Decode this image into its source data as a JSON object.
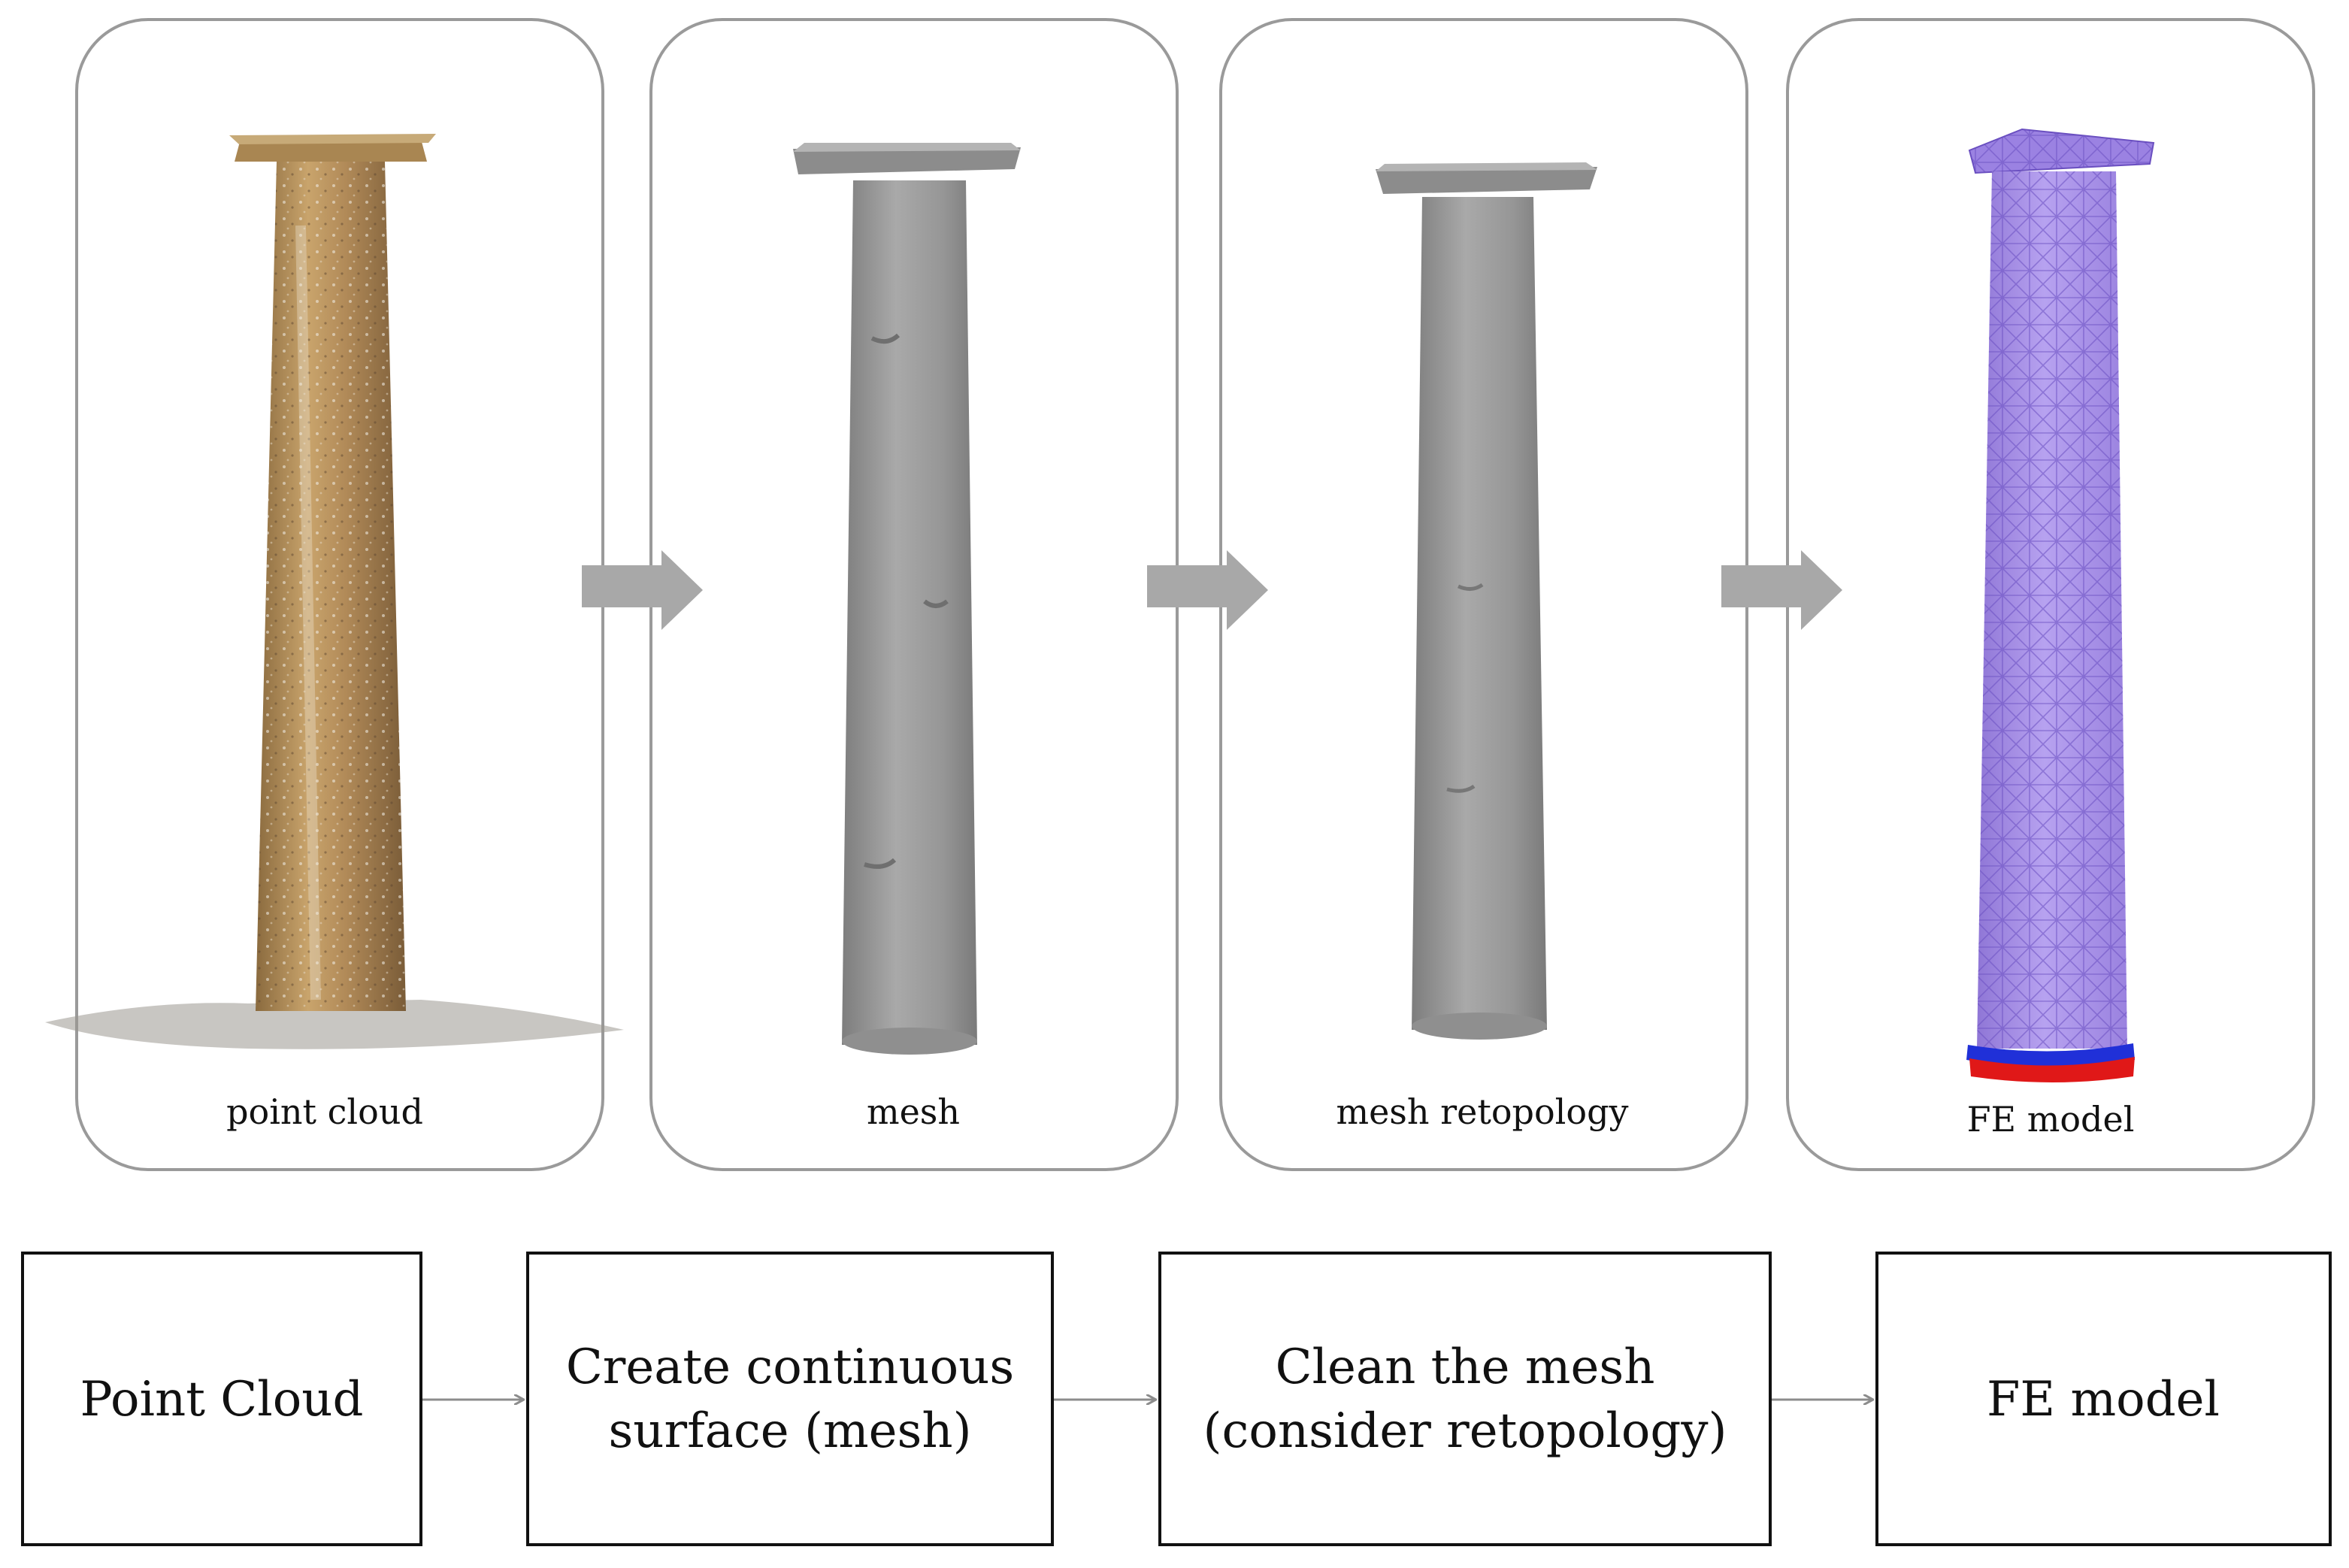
{
  "panels": [
    {
      "label": "point cloud",
      "image": "weathered stone column point cloud"
    },
    {
      "label": "mesh",
      "image": "grey column surface mesh"
    },
    {
      "label": "mesh retopology",
      "image": "grey column retopologised mesh"
    },
    {
      "label": "FE model",
      "image": "purple triangulated column finite element mesh"
    }
  ],
  "steps": [
    {
      "lines": [
        "Point Cloud"
      ]
    },
    {
      "lines": [
        "Create continuous",
        "surface (mesh)"
      ]
    },
    {
      "lines": [
        "Clean the mesh",
        "(consider retopology)"
      ]
    },
    {
      "lines": [
        "FE model"
      ]
    }
  ],
  "colors": {
    "panel_border": "#9a9a9a",
    "block_arrow": "#a8a8a8",
    "mesh_grey": "#9b9b9b",
    "fe_purple": "#a58ce8",
    "fe_line": "#6a4fc0",
    "support_red": "#e01818",
    "support_blue": "#2030d8",
    "stone": "#b08a58"
  }
}
